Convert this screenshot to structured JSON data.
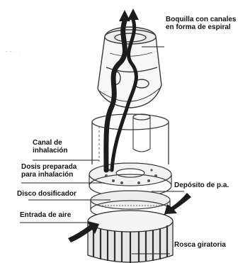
{
  "colors": {
    "ink": "#111111",
    "airflow": "#1c1c1c",
    "outline": "#3a3a3a",
    "shade": "#cfcfcf"
  },
  "scratch_text": "- - . . ",
  "labels": {
    "boquilla": {
      "line1": "Boquilla con canales",
      "line2": "en forma de espiral"
    },
    "canal": {
      "line1": "Canal de",
      "line2": "inhalación"
    },
    "dosis": {
      "line1": "Dosis preparada",
      "line2": "para inhalación"
    },
    "deposito": {
      "line1": "Depósito de p.a."
    },
    "disco": {
      "line1": "Disco dosificador"
    },
    "entrada": {
      "line1": "Entrada de aire"
    },
    "rosca": {
      "line1": "Rosca giratoria"
    }
  }
}
